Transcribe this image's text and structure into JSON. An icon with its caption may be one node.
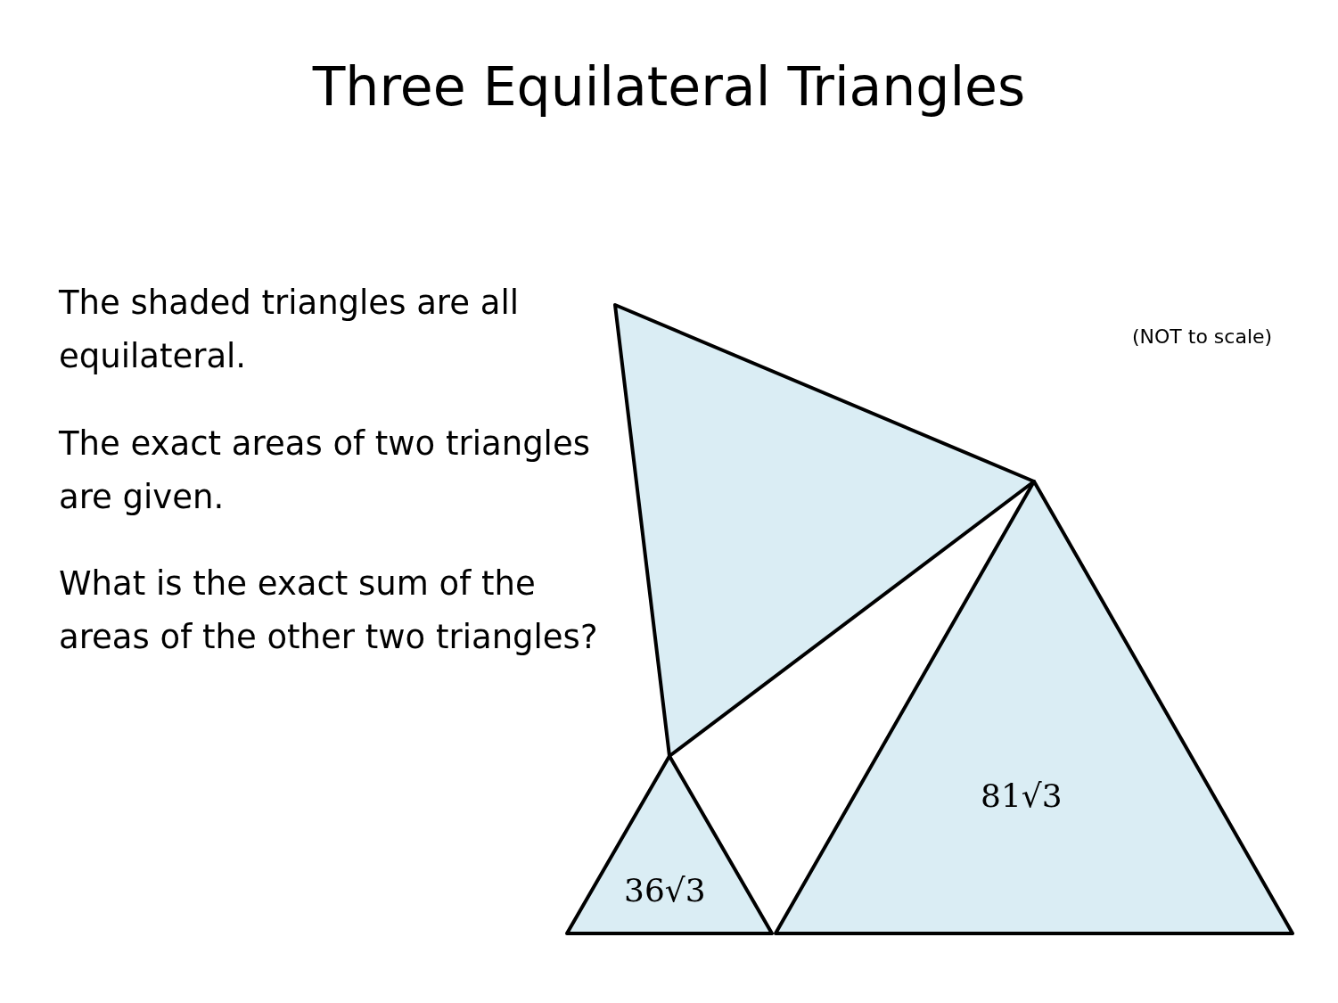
{
  "diagram": {
    "title": "Three Equilateral Triangles",
    "nodes": [
      {
        "text": [],
        "shape": "triangle"
      },
      {
        "text": [
          "36√3"
        ]
      },
      {
        "text": [
          "81√3"
        ]
      }
    ],
    "labels": [
      "The shaded triangles are all equilateral.",
      "The exact areas of two triangles are given.",
      "What is the exact sum of the areas of the other two triangles?",
      "(NOT to scale)"
    ]
  }
}
